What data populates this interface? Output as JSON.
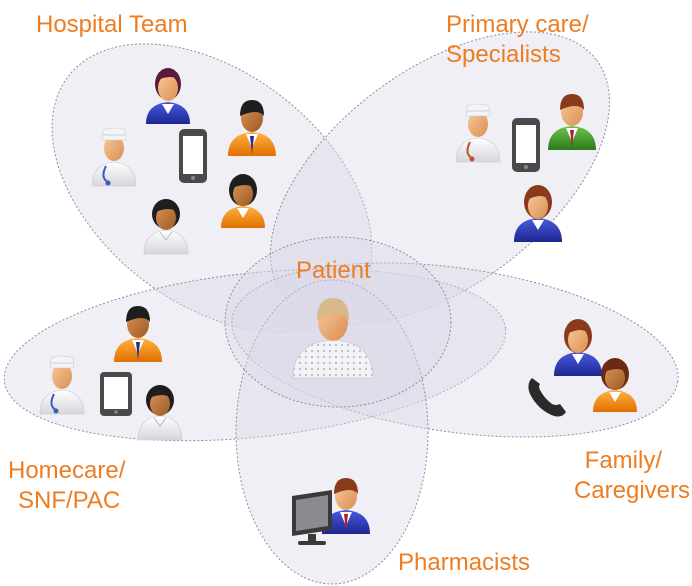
{
  "colors": {
    "label": "#ee7d22",
    "petal_fill": "#e8e6f0",
    "petal_stroke": "#9a98a6",
    "skin": "#f2b07a",
    "skin_dark": "#c57a3a",
    "hair_black": "#1e1e1e",
    "hair_brown": "#8a3b1b",
    "hair_purple": "#5a1a3a",
    "shirt_orange": "#f28a0c",
    "shirt_blue": "#2a38b8",
    "shirt_green": "#3f9a2a",
    "white_coat": "#f4f4f6",
    "gown": "#eeeeee",
    "device": "#4a4a4a"
  },
  "labels": {
    "hospital_team": "Hospital Team",
    "primary_care": [
      "Primary care/",
      "Specialists"
    ],
    "patient": "Patient",
    "homecare": [
      "Homecare/",
      "SNF/PAC"
    ],
    "family": [
      "Family/",
      "Caregivers"
    ],
    "pharmacists": "Pharmacists"
  },
  "icons": {
    "hospital": [
      "woman-purple-icon",
      "doctor-icon",
      "smartphone-icon",
      "man-orange-icon",
      "woman-orange-icon",
      "nurse-icon"
    ],
    "primary": [
      "doctor-icon",
      "smartphone-icon",
      "man-green-icon",
      "woman-blue-icon"
    ],
    "patient": [
      "patient-icon"
    ],
    "homecare": [
      "doctor-icon",
      "tablet-icon",
      "man-orange-icon",
      "nurse-icon"
    ],
    "family": [
      "woman-blue-icon",
      "woman-orange-icon",
      "telephone-icon"
    ],
    "pharmacy": [
      "computer-monitor-icon",
      "pharmacist-icon"
    ]
  }
}
